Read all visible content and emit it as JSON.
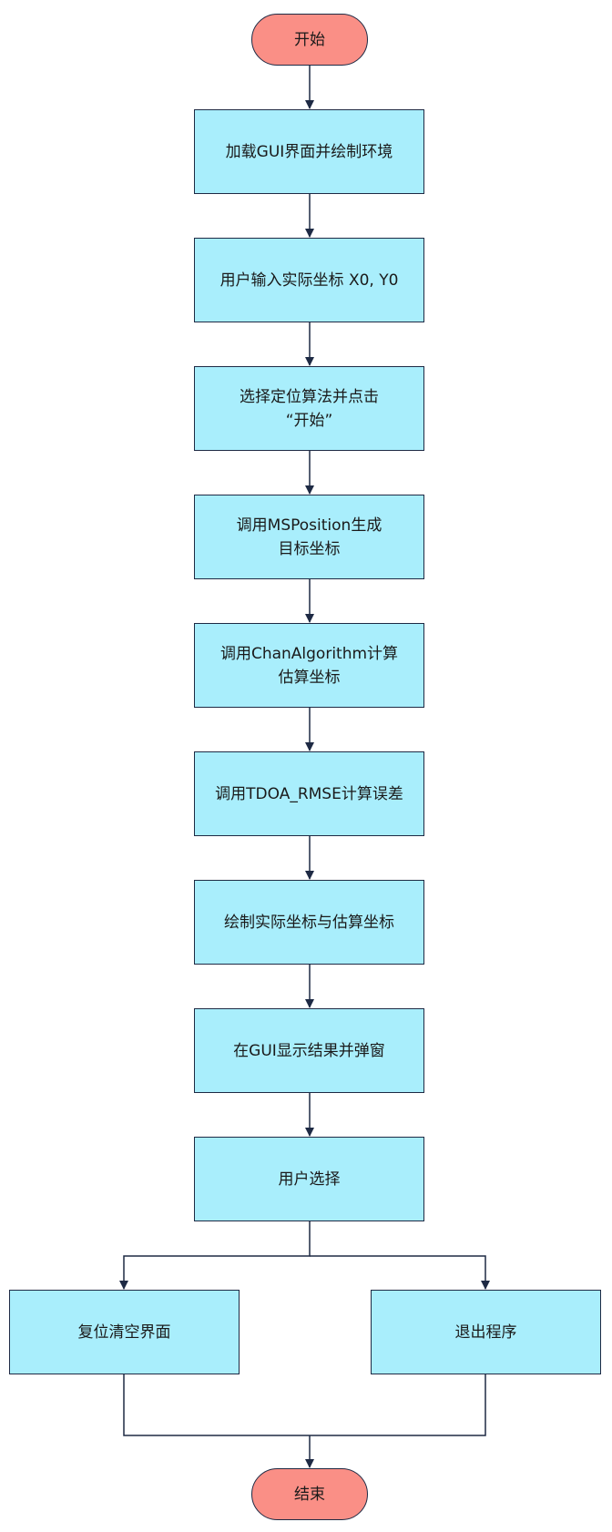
{
  "diagram": {
    "colors": {
      "terminal_fill": "#fa8f86",
      "process_fill": "#a9eefc",
      "stroke": "#1e2a44"
    },
    "nodes": {
      "start": "开始",
      "step1": "加载GUI界面并绘制环境",
      "step2": "用户输入实际坐标 X0, Y0",
      "step3": "选择定位算法并点击\n“开始”",
      "step4": "调用MSPosition生成\n目标坐标",
      "step5": "调用ChanAlgorithm计算\n估算坐标",
      "step6": "调用TDOA_RMSE计算误差",
      "step7": "绘制实际坐标与估算坐标",
      "step8": "在GUI显示结果并弹窗",
      "step9": "用户选择",
      "reset": "复位清空界面",
      "exit": "退出程序",
      "end": "结束"
    }
  }
}
